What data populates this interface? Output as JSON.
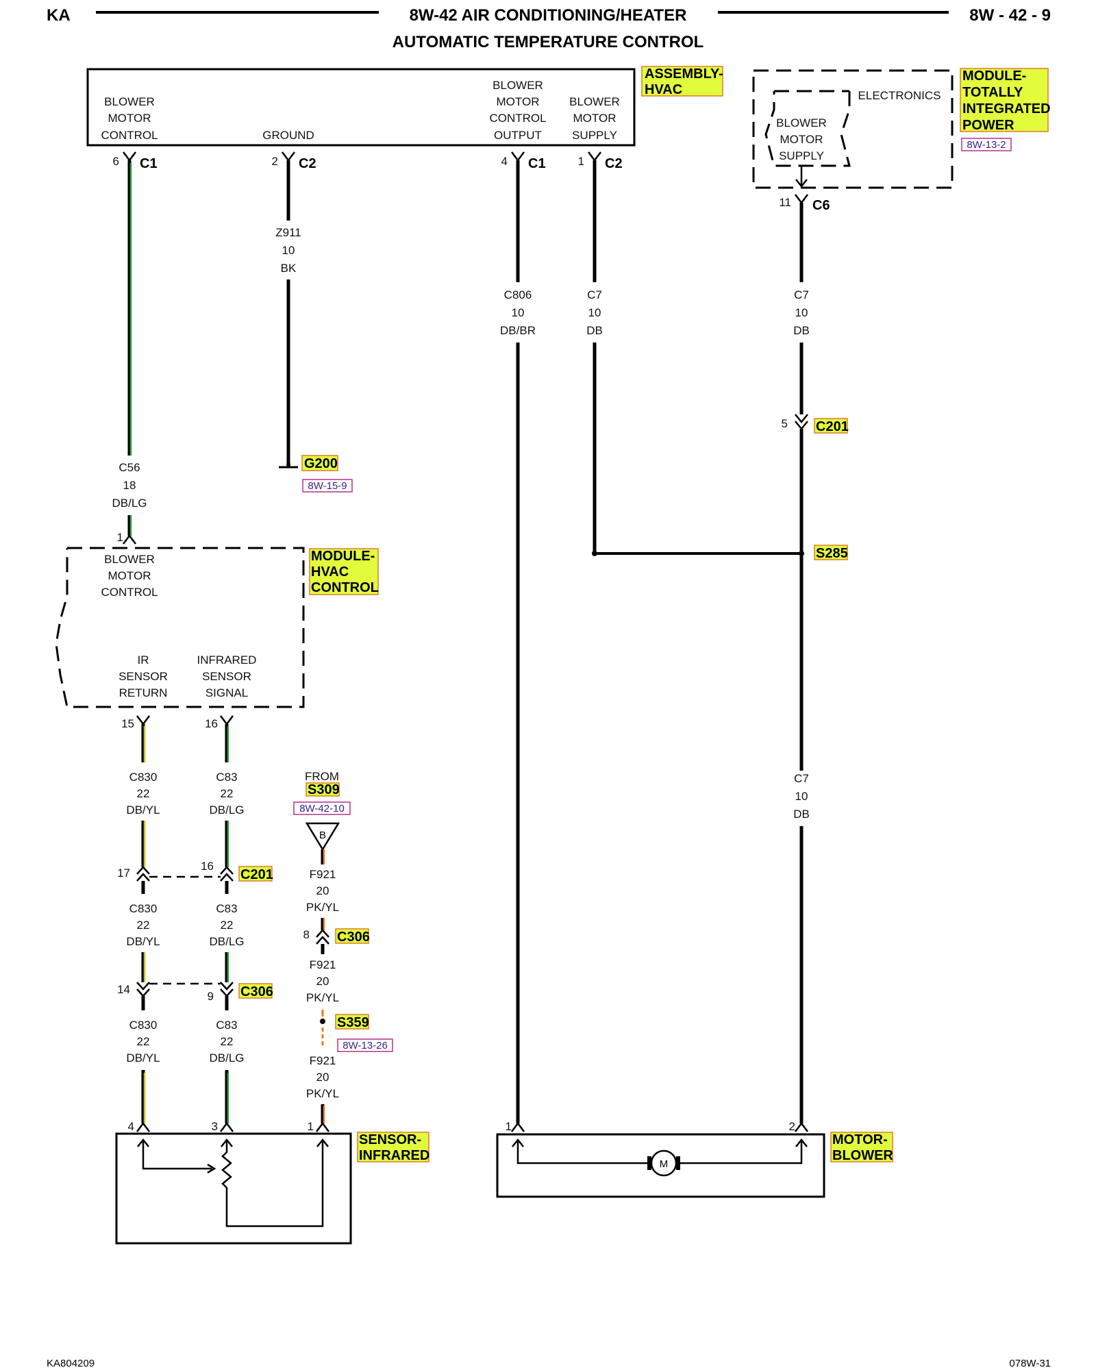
{
  "header": {
    "left_code": "KA",
    "title": "8W-42 AIR CONDITIONING/HEATER",
    "subtitle": "AUTOMATIC TEMPERATURE CONTROL",
    "page_ref": "8W - 42 - 9"
  },
  "footer": {
    "left_id": "KA804209",
    "right_id": "078W-31"
  },
  "components": {
    "hvac_assembly": {
      "name": [
        "ASSEMBLY-",
        "HVAC"
      ],
      "pins": [
        {
          "label": [
            "BLOWER",
            "MOTOR",
            "CONTROL"
          ],
          "pin": "6",
          "connector": "C1"
        },
        {
          "label": [
            "GROUND"
          ],
          "pin": "2",
          "connector": "C2"
        },
        {
          "label": [
            "BLOWER",
            "MOTOR",
            "CONTROL",
            "OUTPUT"
          ],
          "pin": "4",
          "connector": "C1"
        },
        {
          "label": [
            "BLOWER",
            "MOTOR",
            "SUPPLY"
          ],
          "pin": "1",
          "connector": "C2"
        }
      ]
    },
    "tipm": {
      "name": [
        "MODULE-",
        "TOTALLY",
        "INTEGRATED",
        "POWER"
      ],
      "ref": "8W-13-2",
      "inner_label": "ELECTRONICS",
      "supply_label": [
        "BLOWER",
        "MOTOR",
        "SUPPLY"
      ],
      "pin": "11",
      "connector": "C6"
    },
    "hvac_module": {
      "name": [
        "MODULE-",
        "HVAC",
        "CONTROL"
      ],
      "top_label": [
        "BLOWER",
        "MOTOR",
        "CONTROL"
      ],
      "top_pin": "1",
      "bottom_labels": [
        {
          "label": [
            "IR",
            "SENSOR",
            "RETURN"
          ],
          "pin": "15"
        },
        {
          "label": [
            "INFRARED",
            "SENSOR",
            "SIGNAL"
          ],
          "pin": "16"
        }
      ]
    },
    "sensor": {
      "name": [
        "SENSOR-",
        "INFRARED"
      ],
      "pins": [
        "4",
        "3",
        "1"
      ]
    },
    "motor": {
      "name": [
        "MOTOR-",
        "BLOWER"
      ],
      "symbol": "M",
      "pins": [
        "1",
        "2"
      ]
    },
    "ground": {
      "name": "G200",
      "ref": "8W-15-9"
    },
    "splices": {
      "s285": "S285",
      "s359": {
        "name": "S359",
        "ref": "8W-13-26"
      }
    },
    "from_splice": {
      "from_label": "FROM",
      "name": "S309",
      "ref": "8W-42-10",
      "symbol": "B"
    }
  },
  "connectors": {
    "c201_right": {
      "name": "C201",
      "pin": "5"
    },
    "c201_left": {
      "name": "C201",
      "pins": [
        "17",
        "16"
      ]
    },
    "c306_upper": {
      "name": "C306",
      "pin": "8"
    },
    "c306_lower": {
      "name": "C306",
      "pins": [
        "14",
        "9"
      ]
    }
  },
  "wires": {
    "c56": [
      "C56",
      "18",
      "DB/LG"
    ],
    "z911": [
      "Z911",
      "10",
      "BK"
    ],
    "c806": [
      "C806",
      "10",
      "DB/BR"
    ],
    "c7_a": [
      "C7",
      "10",
      "DB"
    ],
    "c7_b": [
      "C7",
      "10",
      "DB"
    ],
    "c7_c": [
      "C7",
      "10",
      "DB"
    ],
    "c830_a": [
      "C830",
      "22",
      "DB/YL"
    ],
    "c83_a": [
      "C83",
      "22",
      "DB/LG"
    ],
    "c830_b": [
      "C830",
      "22",
      "DB/YL"
    ],
    "c83_b": [
      "C83",
      "22",
      "DB/LG"
    ],
    "c830_c": [
      "C830",
      "22",
      "DB/YL"
    ],
    "c83_c": [
      "C83",
      "22",
      "DB/LG"
    ],
    "f921_a": [
      "F921",
      "20",
      "PK/YL"
    ],
    "f921_b": [
      "F921",
      "20",
      "PK/YL"
    ],
    "f921_c": [
      "F921",
      "20",
      "PK/YL"
    ]
  },
  "colors": {
    "highlight": "#e2fb3c",
    "highlight_border": "#e07a2a",
    "ref_border": "#b1328a",
    "tracer_green": "#1fa83a",
    "tracer_yellow": "#c9c21a",
    "tracer_orange": "#f07a10"
  }
}
